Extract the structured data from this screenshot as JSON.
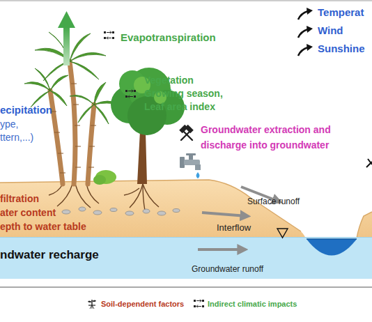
{
  "diagram": {
    "nodes": [
      {
        "text": [
          "ndwater recharge",
          "Groundwater runoff"
        ]
      }
    ],
    "labels": [
      "Temperat",
      "Wind",
      "Evapotranspiration",
      "Sunshine",
      "Vegetation",
      "Growing season, Leaf area index",
      "ecipitation",
      "ype,",
      "Groundwater extraction and discharge into groundwater",
      "ttern,...)",
      "filtration",
      "Surface runoff",
      "ater content",
      "epth to water table",
      "Interflow"
    ],
    "legend": [
      {
        "text": "Soil-dependent factors"
      },
      {
        "text": "Indirect climatic impacts"
      }
    ]
  }
}
